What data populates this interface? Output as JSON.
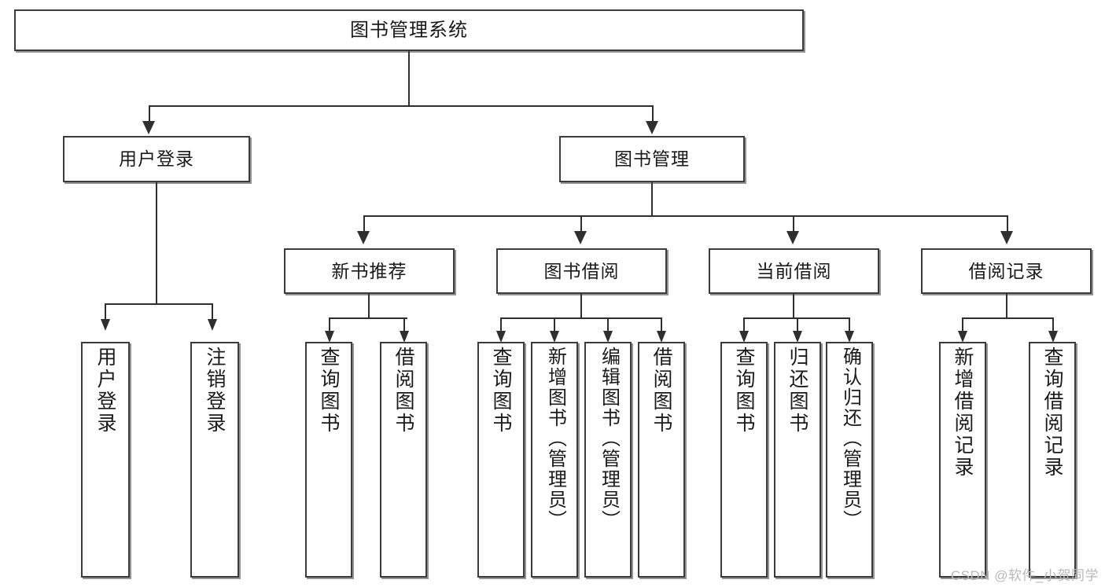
{
  "diagram": {
    "type": "tree",
    "title": "图书管理系统",
    "orientation": "top-down",
    "colors": {
      "box_border": "#3b3b3b",
      "box_fill": "#ffffff",
      "connector": "#2f2f2f",
      "text": "#1a1a1a",
      "watermark": "#b9b9b9"
    },
    "root": {
      "label": "图书管理系统",
      "children": [
        {
          "label": "用户登录",
          "children": [
            {
              "label": "用户登录"
            },
            {
              "label": "注销登录"
            }
          ]
        },
        {
          "label": "图书管理",
          "children": [
            {
              "label": "新书推荐",
              "children": [
                {
                  "label": "查询图书"
                },
                {
                  "label": "借阅图书"
                }
              ]
            },
            {
              "label": "图书借阅",
              "children": [
                {
                  "label": "查询图书"
                },
                {
                  "label": "新增图书（管理员）"
                },
                {
                  "label": "编辑图书（管理员）"
                },
                {
                  "label": "借阅图书"
                }
              ]
            },
            {
              "label": "当前借阅",
              "children": [
                {
                  "label": "查询图书"
                },
                {
                  "label": "归还图书"
                },
                {
                  "label": "确认归还（管理员）"
                }
              ]
            },
            {
              "label": "借阅记录",
              "children": [
                {
                  "label": "新增借阅记录"
                },
                {
                  "label": "查询借阅记录"
                }
              ]
            }
          ]
        }
      ]
    }
  },
  "watermark": {
    "text": "CSDN @软件_小贺同学"
  }
}
